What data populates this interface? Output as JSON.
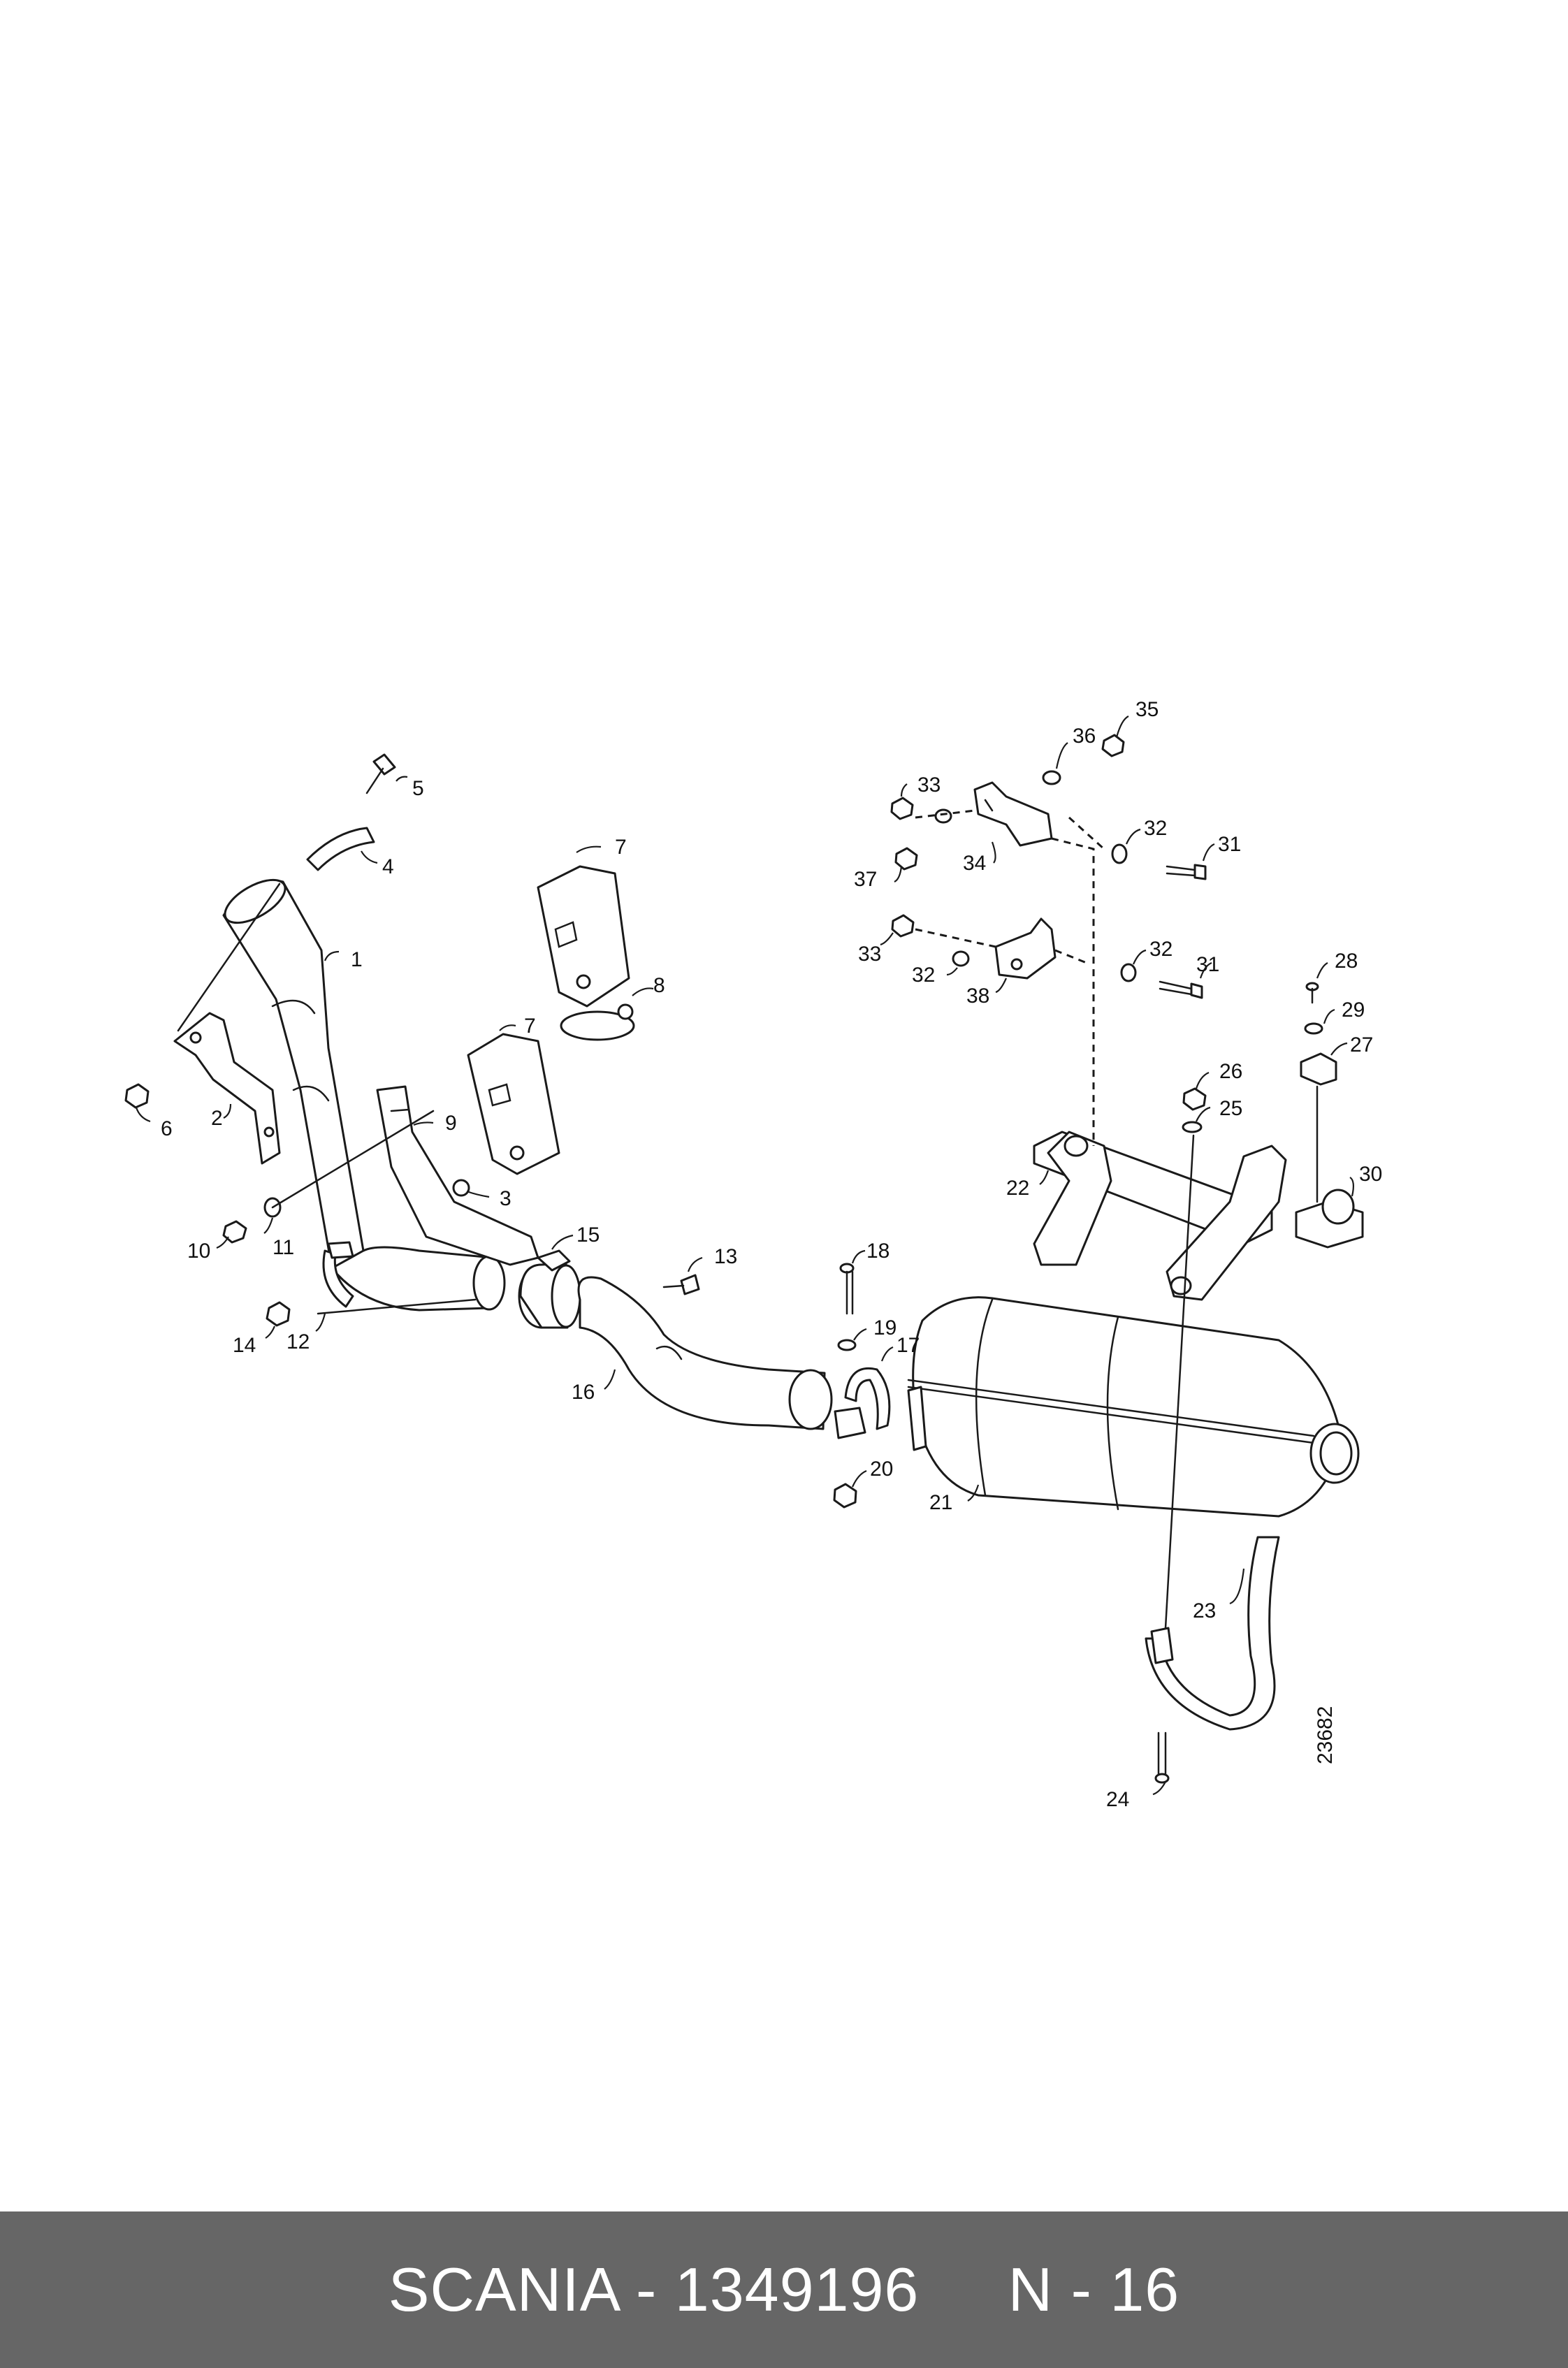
{
  "footer": {
    "label": "SCANIA - 1349196     N - 16",
    "background": "#666666",
    "text_color": "#ffffff"
  },
  "diagram": {
    "drawing_reference": "23682",
    "callouts": [
      "1",
      "2",
      "3",
      "4",
      "5",
      "6",
      "7",
      "7",
      "8",
      "9",
      "10",
      "11",
      "12",
      "13",
      "14",
      "15",
      "16",
      "17",
      "18",
      "19",
      "20",
      "21",
      "22",
      "23",
      "24",
      "25",
      "26",
      "27",
      "28",
      "29",
      "30",
      "31",
      "31",
      "32",
      "32",
      "32",
      "33",
      "33",
      "34",
      "35",
      "36",
      "37",
      "38"
    ]
  }
}
